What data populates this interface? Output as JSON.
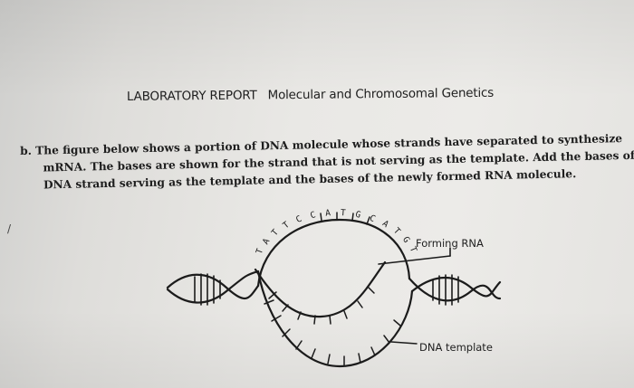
{
  "header": {
    "title": "LABORATORY REPORT",
    "section": "Molecular and Chromosomal Genetics"
  },
  "question": {
    "line1": "b. The figure below shows a portion of DNA molecule whose strands have separated to synthesize",
    "line2": "mRNA. The bases are shown for the strand that is not serving as the template. Add the bases of the",
    "line3": "DNA strand serving as the template and the bases of the newly formed RNA molecule."
  },
  "figure": {
    "labels": {
      "forming_rna": "Forming RNA",
      "dna_template": "DNA template"
    },
    "bases": [
      "T",
      "A",
      "T",
      "T",
      "C",
      "C",
      "A",
      "T",
      "G",
      "C",
      "A",
      "T",
      "G",
      "T"
    ]
  },
  "margin_mark": "/"
}
